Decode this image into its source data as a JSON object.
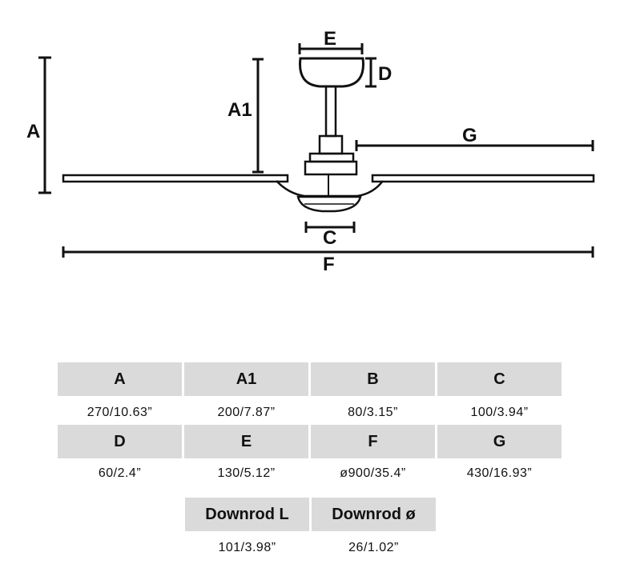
{
  "diagram": {
    "labels": {
      "A": "A",
      "A1": "A1",
      "C": "C",
      "D": "D",
      "E": "E",
      "F": "F",
      "G": "G"
    }
  },
  "specs": {
    "row1": [
      {
        "header": "A",
        "value": "270/10.63”"
      },
      {
        "header": "A1",
        "value": "200/7.87”"
      },
      {
        "header": "B",
        "value": "80/3.15”"
      },
      {
        "header": "C",
        "value": "100/3.94”"
      }
    ],
    "row2": [
      {
        "header": "D",
        "value": "60/2.4”"
      },
      {
        "header": "E",
        "value": "130/5.12”"
      },
      {
        "header": "F",
        "value": "ø900/35.4”"
      },
      {
        "header": "G",
        "value": "430/16.93”"
      }
    ],
    "row3": [
      {
        "header": "Downrod L",
        "value": "101/3.98”"
      },
      {
        "header": "Downrod ø",
        "value": "26/1.02”"
      }
    ]
  }
}
